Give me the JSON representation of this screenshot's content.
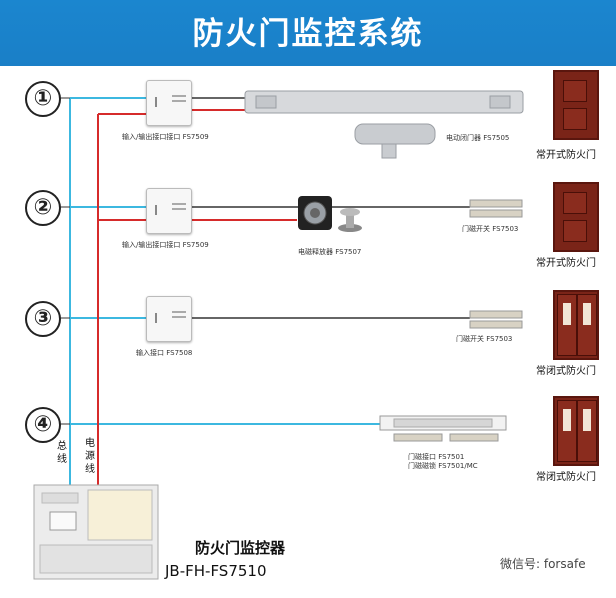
{
  "title": "防火门监控系统",
  "rows": [
    {
      "number": "①",
      "module_label": "输入/输出接口接口 FS7509",
      "device_label": "电动闭门器 FS7505",
      "door_label": "常开式防火门"
    },
    {
      "number": "②",
      "module_label": "输入/输出接口接口 FS7509",
      "device_label": "电磁释放器 FS7507",
      "sensor_label": "门磁开关 FS7503",
      "door_label": "常开式防火门"
    },
    {
      "number": "③",
      "module_label": "输入接口 FS7508",
      "sensor_label": "门磁开关 FS7503",
      "door_label": "常闭式防火门"
    },
    {
      "number": "④",
      "lock_label_1": "门磁接口 FS7501",
      "lock_label_2": "门磁磁锁 FS7501/MC",
      "door_label": "常闭式防火门"
    }
  ],
  "bus_label": "总线",
  "power_label": "电源线",
  "controller": {
    "name": "防火门监控器",
    "model": "JB-FH-FS7510"
  },
  "watermark": "微信号: forsafe",
  "colors": {
    "bus": "#3cb8e0",
    "power": "#d62b2b",
    "signal": "#333333",
    "banner": "#1b86cf"
  }
}
